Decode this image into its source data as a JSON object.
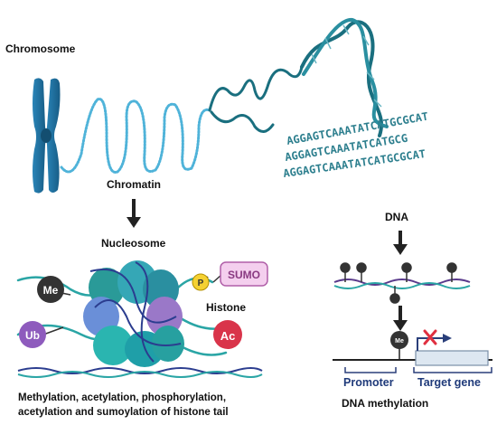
{
  "labels": {
    "chromosome": "Chromosome",
    "chromatin": "Chromatin",
    "nucleosome": "Nucleosome",
    "histone": "Histone",
    "dna": "DNA",
    "promoter": "Promoter",
    "target_gene": "Target gene",
    "dna_methylation": "DNA methylation",
    "caption_line1": "Methylation, acetylation, phosphorylation,",
    "caption_line2": "acetylation and sumoylation of histone tail"
  },
  "tags": {
    "me": "Me",
    "ub": "Ub",
    "p": "P",
    "sumo": "SUMO",
    "ac": "Ac",
    "me_small": "Me"
  },
  "dna_sequence": {
    "line1": "AGGAGTCAAATATCATGCGCAT",
    "line2": "AGGAGTCAAATATCATGCG",
    "line3": "AGGAGTCAAATATCATGCGCAT"
  },
  "colors": {
    "chromosome": "#1f6f9c",
    "dna_teal": "#1a6f7f",
    "helix_purple": "#5a3a8c",
    "nuc_teal": "#2aa5a5",
    "nuc_blue": "#6a8fd8",
    "nuc_purple": "#9a78c8",
    "ac_red": "#d9344a",
    "ub_purple": "#8e5bbd",
    "p_yellow": "#f5d132",
    "sumo_pink": "#f4cfee"
  },
  "icons": [
    "down-arrow-icon",
    "x-mark-icon",
    "transcription-arrow-icon"
  ]
}
